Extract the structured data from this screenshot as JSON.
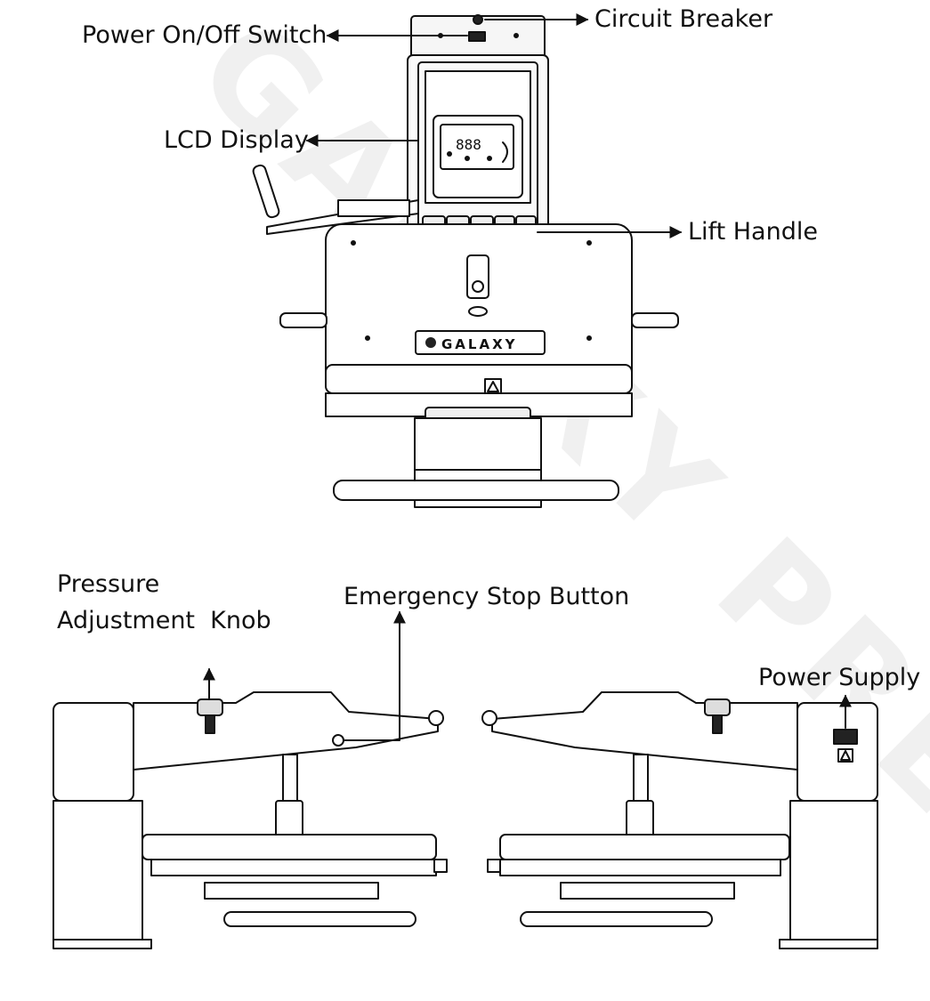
{
  "watermark": "GALAXY PRESS",
  "logo_text": "GALAXY",
  "lcd_digits": "888",
  "labels": {
    "circuit_breaker": "Circuit Breaker",
    "power_switch": "Power On/Off Switch",
    "lcd_display": "LCD Display",
    "lift_handle": "Lift Handle",
    "pressure_knob_line1": "Pressure",
    "pressure_knob_line2": "Adjustment  Knob",
    "emergency_stop": "Emergency Stop Button",
    "power_supply": "Power Supply"
  },
  "colors": {
    "line": "#111111",
    "fill_light": "#f4f4f4",
    "fill_dark": "#2a2a2a"
  }
}
